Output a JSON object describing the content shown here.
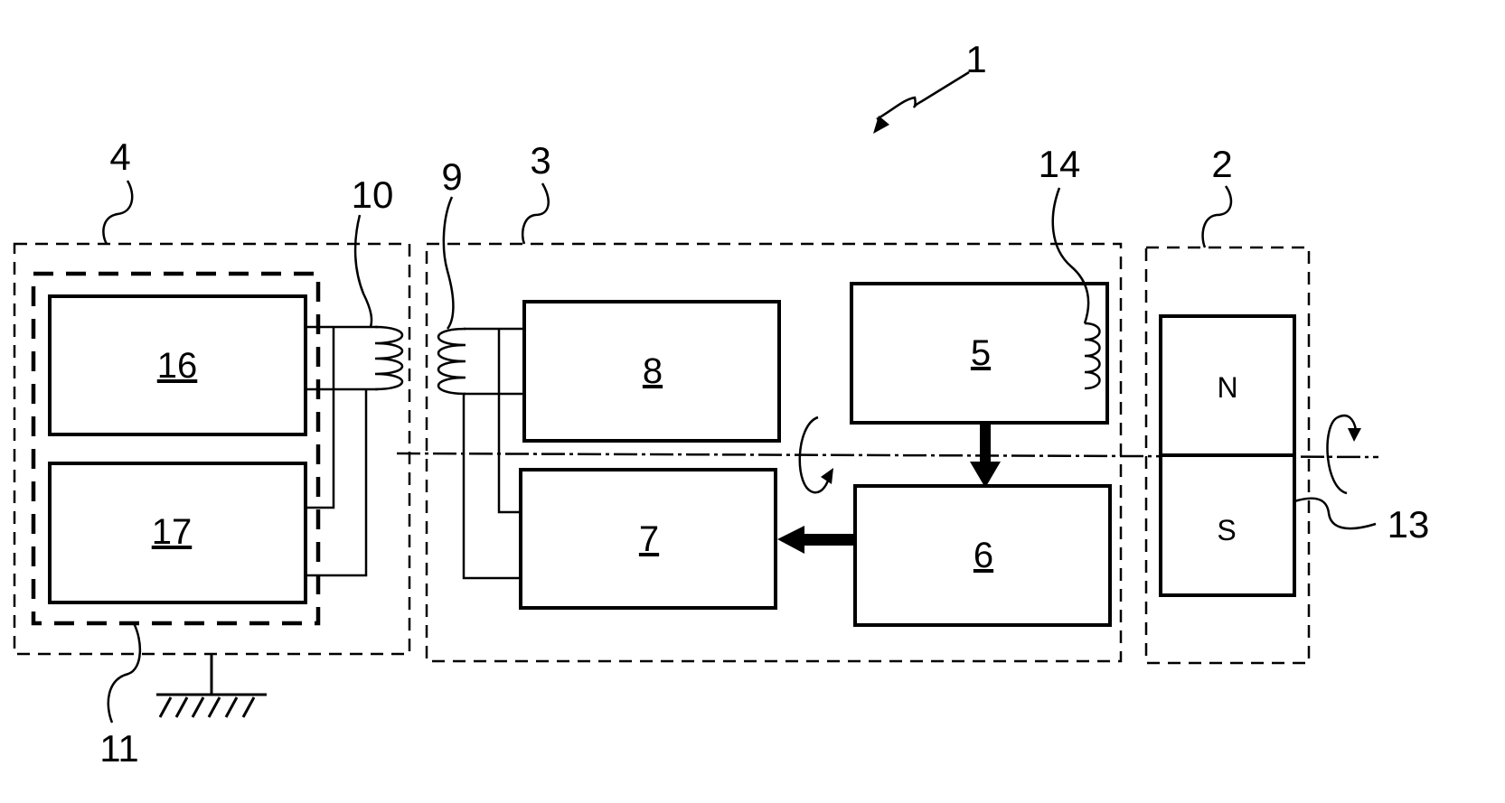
{
  "figure": {
    "reference_labels": {
      "system": "1",
      "rotor_part": "2",
      "rotating_unit": "3",
      "stationary_unit": "4",
      "secondary_coil": "9",
      "primary_coil": "10",
      "inner_unit": "11",
      "magnet": "13",
      "sensor_coil": "14"
    },
    "blocks": [
      {
        "id": "16",
        "label": "16"
      },
      {
        "id": "17",
        "label": "17"
      },
      {
        "id": "8",
        "label": "8"
      },
      {
        "id": "7",
        "label": "7"
      },
      {
        "id": "5",
        "label": "5"
      },
      {
        "id": "6",
        "label": "6"
      }
    ],
    "magnet_poles": {
      "north": "N",
      "south": "S"
    }
  }
}
